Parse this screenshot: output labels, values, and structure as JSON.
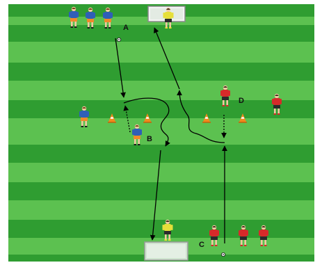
{
  "diagram": {
    "labels": {
      "a": "A",
      "b": "B",
      "c": "C",
      "d": "D"
    },
    "colors": {
      "grass_dark": "#2f9d31",
      "grass_light": "#5cc150",
      "blue_team_shirt": "#2f5fb8",
      "blue_team_shorts": "#f08a2a",
      "red_team_shirt": "#d62a2a",
      "red_team_shorts": "#2b2b2b",
      "goalkeeper": "#e6df3a",
      "cone": "#f28a1c",
      "movement_line": "#000000"
    },
    "icons": {
      "goal_top": "small-goal-icon",
      "goal_bottom": "mini-goal-icon",
      "cones": "training-cone-icon",
      "players": "player-icon",
      "ball": "ball-icon"
    }
  }
}
